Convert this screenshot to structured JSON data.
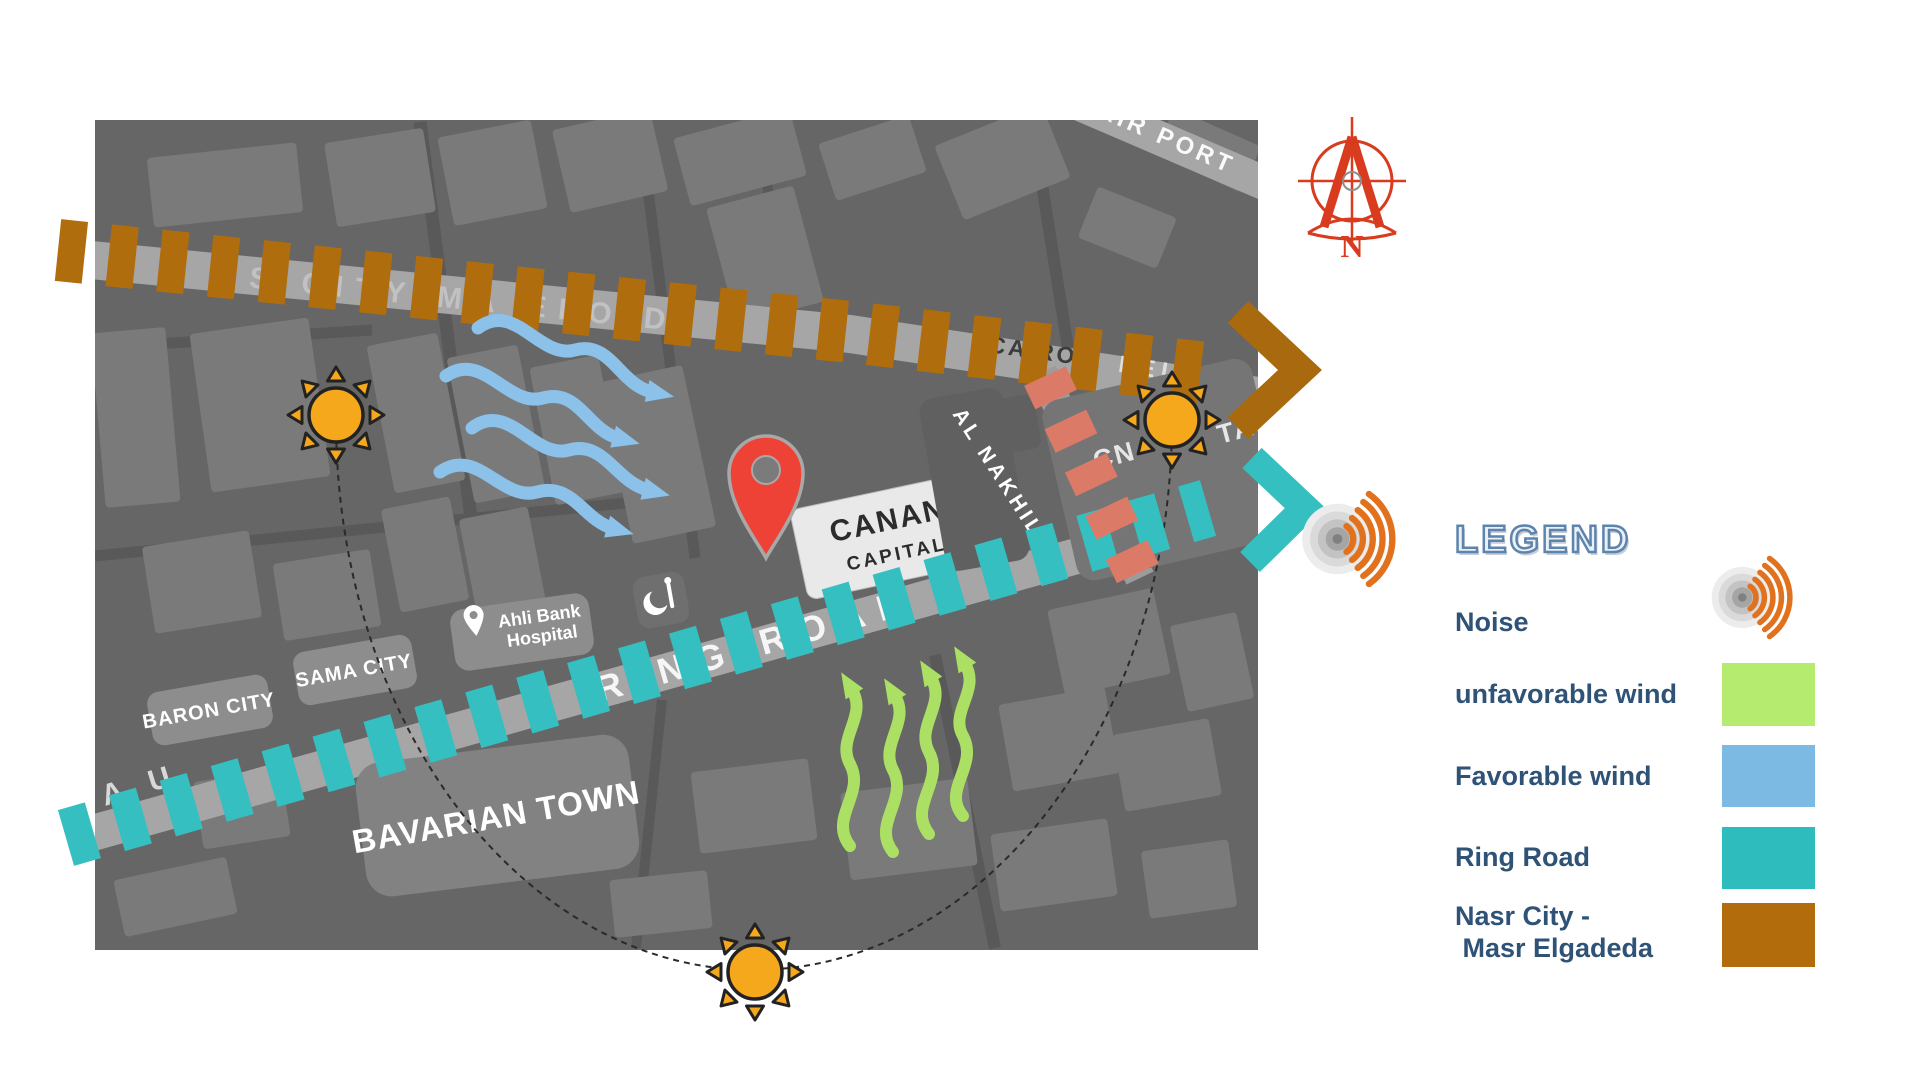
{
  "page": {
    "background_color": "#ffffff"
  },
  "compass": {
    "label": "N",
    "color": "#d93b1e"
  },
  "map": {
    "region_labels": {
      "air_port": "AIR PORT",
      "baron_city": "BARON CITY",
      "sama_city": "SAMA CITY",
      "ahli_bank_line1": "Ahli Bank",
      "ahli_bank_line2": "Hospital",
      "bavarian_town": "BAVARIAN TOWN",
      "canan_line1": "CANAN",
      "canan_line2": "CAPITAL",
      "al_nakhil": "AL NAKHIL",
      "building_fragment_left": "CN",
      "building_fragment_right": "TAM"
    },
    "road_labels": {
      "ring_road": "RING ROAD",
      "cairo_fragment": "CAIRO",
      "top_road_fragment": "AS CITY MA ELO D",
      "top_road_fragment2": "D LEI  OHN",
      "left_road_fragment": "A U"
    },
    "colors": {
      "nasr_city_masr_elgadeda_road": "#b06d0e",
      "ring_road": "#36bfc0",
      "connector_road": "#dc7a68",
      "favorable_wind_arrows": "#8cc1e9",
      "unfavorable_wind_arrows": "#abe065",
      "sun": "#f5a81b",
      "location_pin": "#ef4237",
      "noise": "#e2711d",
      "map_base": "#666666"
    }
  },
  "legend": {
    "title": "LEGEND",
    "text_color": "#2f5277",
    "items": [
      {
        "label": "Noise",
        "swatch_type": "noise-icon"
      },
      {
        "label": "unfavorable wind",
        "swatch_type": "color",
        "color": "#b5ec70"
      },
      {
        "label": "Favorable wind",
        "swatch_type": "color",
        "color": "#7cb9e3"
      },
      {
        "label": "Ring Road",
        "swatch_type": "color",
        "color": "#2fbcbd"
      },
      {
        "label": "Nasr City -",
        "label_line2": " Masr Elgadeda",
        "swatch_type": "color",
        "color": "#b36c0b"
      }
    ]
  }
}
